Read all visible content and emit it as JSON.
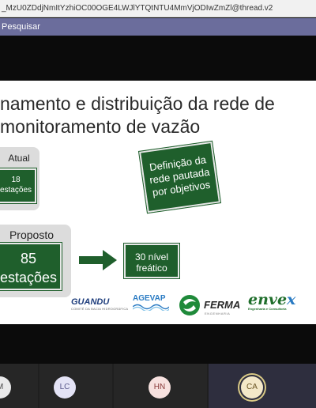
{
  "browser": {
    "url": "_MzU0ZDdjNmItYzhiOC00OGE4LWJlYTQtNTU4MmVjODIwZmZl@thread.v2",
    "search_label": "Pesquisar"
  },
  "slide": {
    "title_line1": "namento e distribuição da rede de",
    "title_line2": "monitoramento de vazão",
    "atual": {
      "label": "Atual",
      "line1": "18",
      "line2": "estações"
    },
    "proposto": {
      "label": "Proposto",
      "line1": "85",
      "line2": "estações"
    },
    "definicao": {
      "line1": "Definição da",
      "line2": "rede pautada",
      "line3": "por objetivos"
    },
    "freatico": {
      "line1": "30 nível",
      "line2": "freático"
    },
    "logos": {
      "guandu": "GUANDU",
      "guandu_sub": "COMITÊ DA BACIA HIDROGRÁFICA",
      "agevap": "AGEVAP",
      "ferma": "FERMA",
      "ferma_sub": "ENGENHARIA",
      "envex_main": "enve",
      "envex_x": "x",
      "envex_sub": "Engenharia e Consultoria"
    },
    "colors": {
      "green": "#1f5f2c",
      "panel_gray": "#dcdcdc"
    }
  },
  "participants": [
    {
      "initials": "M"
    },
    {
      "initials": "LC"
    },
    {
      "initials": "HN"
    },
    {
      "initials": "CA",
      "active": true
    }
  ]
}
